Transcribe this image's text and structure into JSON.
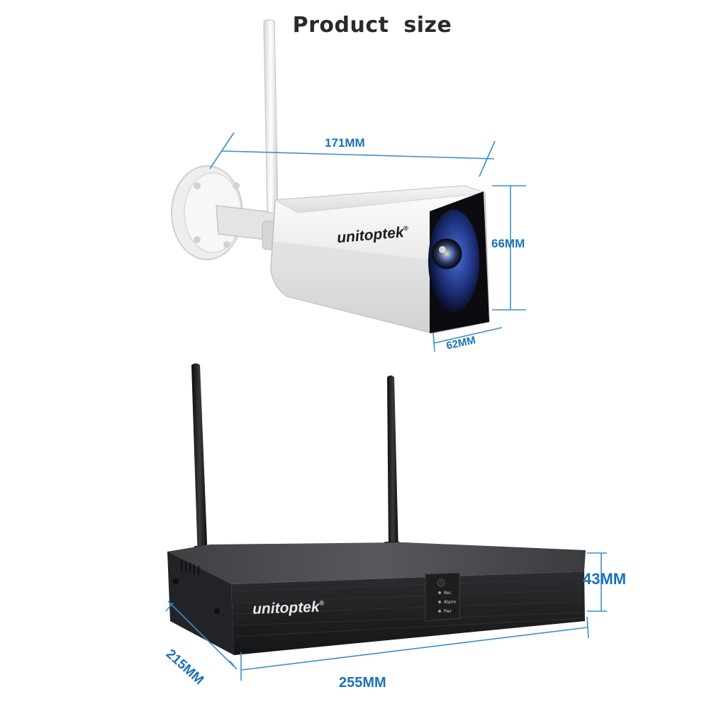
{
  "title": "Product  size",
  "camera": {
    "brand": "unitoptek",
    "registered_mark": "®",
    "dimensions": {
      "length": "171MM",
      "height": "66MM",
      "width": "62MM"
    }
  },
  "nvr": {
    "brand": "unitoptek",
    "registered_mark": "®",
    "indicators": [
      "Rec",
      "Alarm",
      "Pwr"
    ],
    "dimensions": {
      "height": "43MM",
      "depth": "215MM",
      "width": "255MM"
    }
  },
  "colors": {
    "dimension_text": "#1a72b8",
    "dimension_lines": "#3a8fd0",
    "title_text": "#2a2a2a"
  }
}
